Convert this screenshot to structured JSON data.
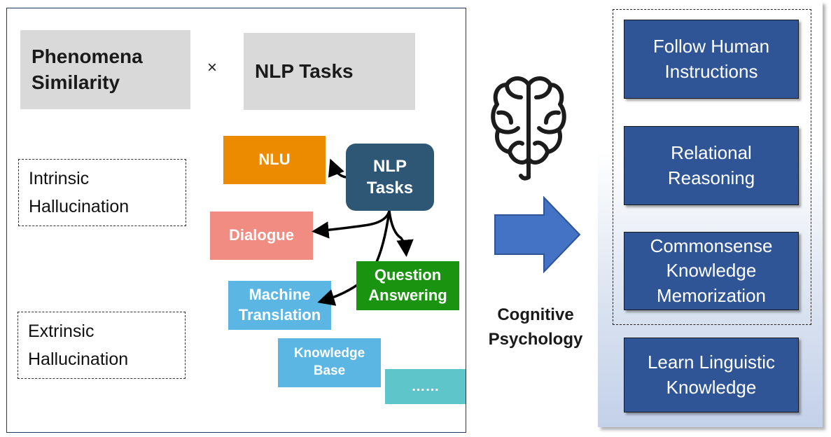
{
  "left": {
    "phenomena_lines": [
      "Phenomena",
      "Similarity"
    ],
    "times": "×",
    "nlp_tasks_header": "NLP Tasks",
    "intrinsic_lines": [
      "Intrinsic",
      "Hallucination"
    ],
    "extrinsic_lines": [
      "Extrinsic",
      "Hallucination"
    ]
  },
  "tasks": {
    "center_lines": [
      "NLP",
      "Tasks"
    ],
    "nlu": "NLU",
    "dialogue": "Dialogue",
    "qa_lines": [
      "Question",
      "Answering"
    ],
    "mt_lines": [
      "Machine",
      "Translation"
    ],
    "kb_lines": [
      "Knowledge",
      "Base"
    ],
    "more": "……"
  },
  "middle": {
    "cognitive_lines": [
      "Cognitive",
      "Psychology"
    ],
    "brain_icon": "brain-icon",
    "arrow_icon": "arrow-right-icon",
    "arrow_color": "#4472c4"
  },
  "right": {
    "abilities": [
      {
        "lines": [
          "Follow Human",
          "Instructions"
        ]
      },
      {
        "lines": [
          "Relational",
          "Reasoning"
        ]
      },
      {
        "lines": [
          "Commonsense",
          "Knowledge",
          "Memorization"
        ]
      },
      {
        "lines": [
          "Learn Linguistic",
          "Knowledge"
        ]
      }
    ],
    "box_color": "#2f5597"
  }
}
